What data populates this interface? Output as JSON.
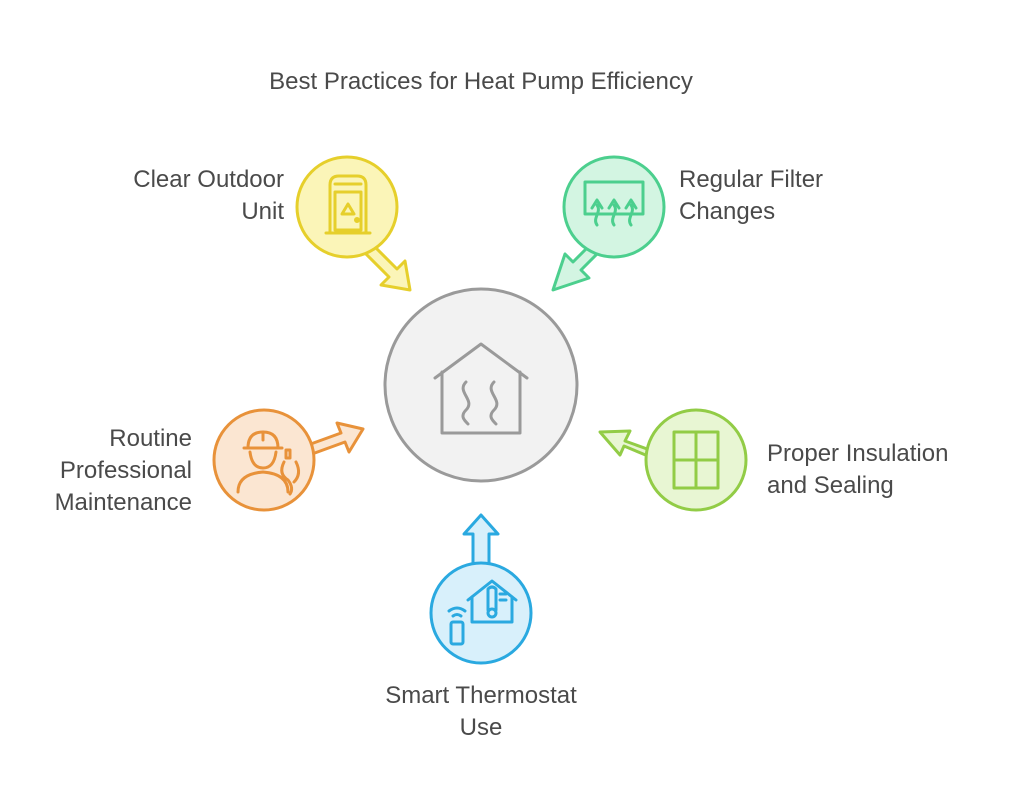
{
  "title": "Best Practices for Heat Pump Efficiency",
  "center": {
    "icon": "house-heat-icon"
  },
  "items": [
    {
      "key": "outdoor",
      "lines": [
        "Clear Outdoor",
        "Unit"
      ],
      "icon": "outdoor-unit-icon",
      "color": "#e6cf2b",
      "fill": "#fbf5b8"
    },
    {
      "key": "filter",
      "lines": [
        "Regular Filter",
        "Changes"
      ],
      "icon": "air-filter-icon",
      "color": "#4ccf8e",
      "fill": "#d3f5e2"
    },
    {
      "key": "insulation",
      "lines": [
        "Proper Insulation",
        "and Sealing"
      ],
      "icon": "window-icon",
      "color": "#92cc46",
      "fill": "#e8f6d3"
    },
    {
      "key": "thermostat",
      "lines": [
        "Smart Thermostat",
        "Use"
      ],
      "icon": "smart-thermostat-icon",
      "color": "#2aa9e0",
      "fill": "#d8f0fb"
    },
    {
      "key": "maintenance",
      "lines": [
        "Routine",
        "Professional",
        "Maintenance"
      ],
      "icon": "technician-icon",
      "color": "#e8923a",
      "fill": "#fbe6d2"
    }
  ]
}
